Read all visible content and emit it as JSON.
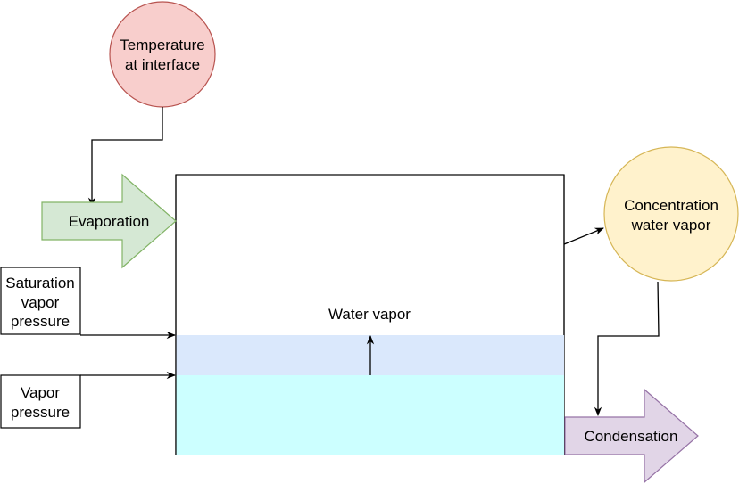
{
  "nodes": {
    "temperature": {
      "line1": "Temperature",
      "line2": "at interface",
      "fill": "#f8cecc",
      "stroke": "#b85450"
    },
    "evaporation": {
      "label": "Evaporation",
      "fill": "#d5e8d4",
      "stroke": "#82b366"
    },
    "saturation": {
      "line1": "Saturation",
      "line2": "vapor",
      "line3": "pressure"
    },
    "vapor_pressure": {
      "line1": "Vapor",
      "line2": "pressure"
    },
    "chamber": {
      "label": "Water vapor",
      "vapor_fill": "#dae8fc",
      "water_fill": "#ccffff"
    },
    "concentration": {
      "line1": "Concentration",
      "line2": "water vapor",
      "fill": "#fff2cc",
      "stroke": "#d6b656"
    },
    "condensation": {
      "label": "Condensation",
      "fill": "#e1d5e7",
      "stroke": "#9673a6"
    }
  }
}
